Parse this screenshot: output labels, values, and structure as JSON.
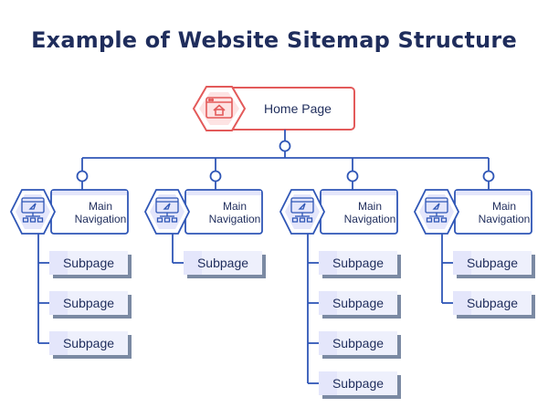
{
  "title": "Example of Website Sitemap Structure",
  "root": {
    "label": "Home Page",
    "icon": "home-browser-icon",
    "accent": "#e35a5a"
  },
  "navigation": [
    {
      "label_line1": "Main",
      "label_line2": "Navigation",
      "icon": "sitemap-browser-icon",
      "subpages": [
        "Subpage",
        "Subpage",
        "Subpage"
      ]
    },
    {
      "label_line1": "Main",
      "label_line2": "Navigation",
      "icon": "sitemap-browser-icon",
      "subpages": [
        "Subpage"
      ]
    },
    {
      "label_line1": "Main",
      "label_line2": "Navigation",
      "icon": "sitemap-browser-icon",
      "subpages": [
        "Subpage",
        "Subpage",
        "Subpage",
        "Subpage"
      ]
    },
    {
      "label_line1": "Main",
      "label_line2": "Navigation",
      "icon": "sitemap-browser-icon",
      "subpages": [
        "Subpage",
        "Subpage"
      ]
    }
  ],
  "colors": {
    "navy": "#1f2d5c",
    "blue": "#2f56b6",
    "lavender": "#e4e6fb",
    "shadow": "#7b8aa3",
    "red": "#e35a5a"
  }
}
